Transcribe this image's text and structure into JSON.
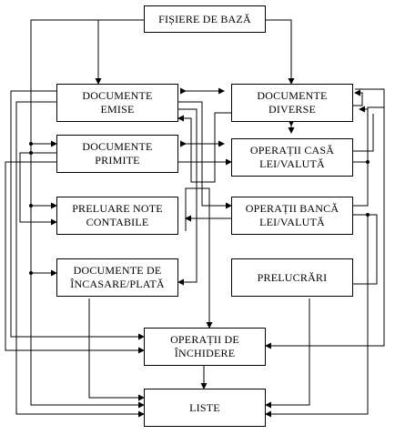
{
  "boxes": {
    "fisiere_de_baza": [
      "FIȘIERE DE BAZĂ"
    ],
    "documente_emise": [
      "DOCUMENTE",
      "EMISE"
    ],
    "documente_primite": [
      "DOCUMENTE",
      "PRIMITE"
    ],
    "preluare_note_contabile": [
      "PRELUARE NOTE",
      "CONTABILE"
    ],
    "documente_incasare_plata": [
      "DOCUMENTE DE",
      "ÎNCASARE/PLATĂ"
    ],
    "documente_diverse": [
      "DOCUMENTE",
      "DIVERSE"
    ],
    "operatii_casa": [
      "OPERAȚII CASĂ",
      "LEI/VALUTĂ"
    ],
    "operatii_banca": [
      "OPERAȚII BANCĂ",
      "LEI/VALUTĂ"
    ],
    "prelucrari": [
      "PRELUCRĂRI"
    ],
    "operatii_de_inchidere": [
      "OPERAȚII DE",
      "ÎNCHIDERE"
    ],
    "liste": [
      "LISTE"
    ]
  },
  "colors": {
    "line": "#000000",
    "background": "#ffffff"
  }
}
